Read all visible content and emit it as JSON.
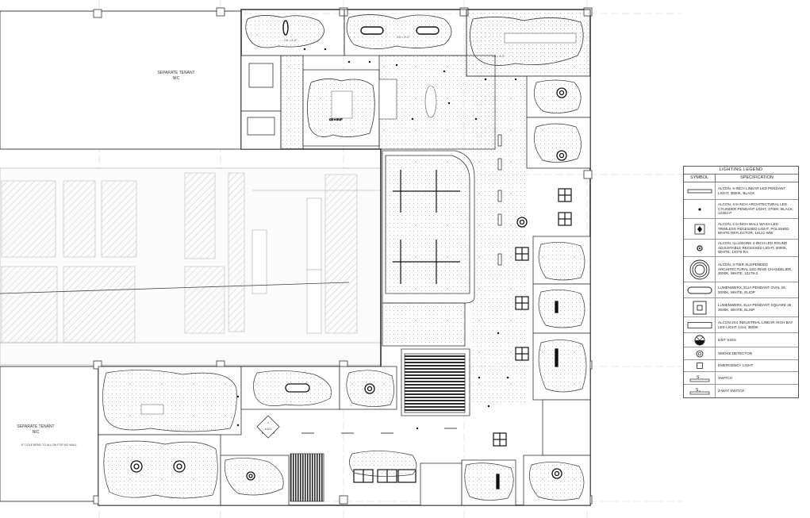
{
  "plan": {
    "tenant_label_top": "SEPARATE TENANT",
    "nic_top": "NIC",
    "tenant_label_bottom": "SEPARATE TENANT",
    "nic_bottom": "NIC",
    "wall_note": "6\" DOLE BEND TO ALLOW FOR NO WALL",
    "elevation_tag": "A103",
    "elevation_num": "4",
    "ceiling_tag": "CH = 9'-0\""
  },
  "legend": {
    "title": "LIGHTING LEGEND",
    "col_symbol": "SYMBOL",
    "col_spec": "SPECIFICATION",
    "rows": [
      {
        "icon": "linear-pendant-icon",
        "spec": "ALCON, 6-INCH LINEAR LED PENDANT LIGHT, 3500K, BLACK"
      },
      {
        "icon": "cylinder-pendant-icon",
        "spec": "ALCON, 4.5-INCH ARCHITECTURAL LED CYLINDER PENDANT LIGHT, 2700K, BLACK, 12302-P"
      },
      {
        "icon": "wall-wash-icon",
        "spec": "ALCON, 2.5-INCH WALL WASH LED TRIMLESS RECESSED LIGHT, POLISHED WHITE REFLECTOR, 14121-WW"
      },
      {
        "icon": "round-recessed-icon",
        "spec": "ALCON, ILLUSIONE 4-INCH LED ROUND ADJUSTABLE RECESSED LIGHT, 3000K, WHITE, 14076-RA"
      },
      {
        "icon": "ring-chandelier-icon",
        "spec": "ALCON, 3-TIER SUSPENDED ARCHITECTURAL LED RING CHANDELIER, 3000K, WHITE, 12279-3"
      },
      {
        "icon": "oval-pendant-icon",
        "spec": "LUMENWERX, ELIA PENDANT OVAL 26, 3000K, WHITE, ELIOP"
      },
      {
        "icon": "square-pendant-icon",
        "spec": "LUMENWERX, ELIA PENDANT SQUARE 26, 3000K, WHITE, ELISP"
      },
      {
        "icon": "linear-highbay-icon",
        "spec": "ALCON 2X4 INDUSTRIAL LINEAR HIGH BAY LED LIGHT 1414, 3500K"
      },
      {
        "icon": "exit-sign-icon",
        "spec": "EXIT SIGN"
      },
      {
        "icon": "smoke-detector-icon",
        "spec": "SMOKE DETECTOR"
      },
      {
        "icon": "emergency-light-icon",
        "spec": "EMERGENCY LIGHT"
      },
      {
        "icon": "switch-icon",
        "spec": "SWITCH"
      },
      {
        "icon": "three-way-switch-icon",
        "spec": "3-WAY SWITCH"
      }
    ]
  }
}
